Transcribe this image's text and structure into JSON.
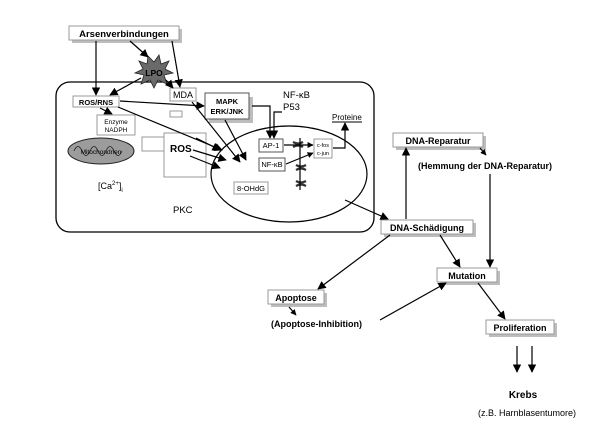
{
  "nodes": {
    "arsen": "Arsenverbindungen",
    "lpo": "LPO",
    "ros_rns": "ROS/RNS",
    "mda": "MDA",
    "mapk_1": "MAPK",
    "mapk_2": "ERK/JNK",
    "nfkb_top": "NF-κB",
    "p53": "P53",
    "enzyme_1": "Enzyme",
    "enzyme_2": "NADPH",
    "mitochondrien": "Mitochondrien",
    "ros": "ROS",
    "ca": "[Ca",
    "ca_sup": "2+",
    "ca_sub": "i",
    "pkc": "PKC",
    "ap1": "AP-1",
    "nfkb_box": "NF-κB",
    "cfos": "c-fos",
    "cjun": "c-jun",
    "proteine": "Proteine",
    "ohdg": "8-OHdG",
    "dna_reparatur": "DNA-Reparatur",
    "hemmung": "(Hemmung der DNA-Reparatur)",
    "dna_schaedigung": "DNA-Schädigung",
    "mutation": "Mutation",
    "apoptose": "Apoptose",
    "apoptose_inhibition": "(Apoptose-Inhibition)",
    "proliferation": "Proliferation",
    "krebs": "Krebs",
    "harnblasentumore": "(z.B. Harnblasentumore)"
  }
}
